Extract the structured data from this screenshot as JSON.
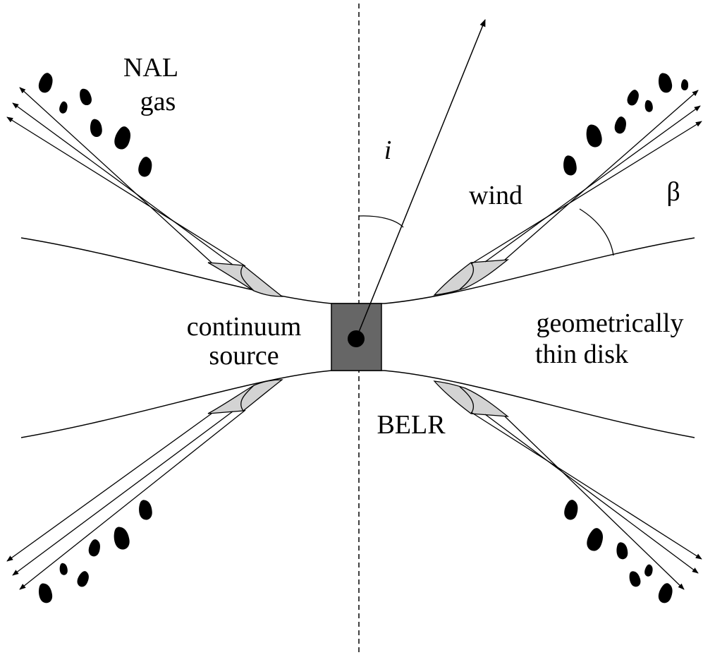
{
  "labels": {
    "nal_line1": "NAL",
    "nal_line2": "gas",
    "inclination": "i",
    "wind": "wind",
    "beta": "β",
    "continuum_line1": "continuum",
    "continuum_line2": "source",
    "disk_line1": "geometrically",
    "disk_line2": "thin disk",
    "belr": "BELR"
  },
  "colors": {
    "stroke": "#000000",
    "source_fill": "#666666",
    "belr_fill": "#d3d3d3",
    "cloud_fill": "#000000"
  }
}
